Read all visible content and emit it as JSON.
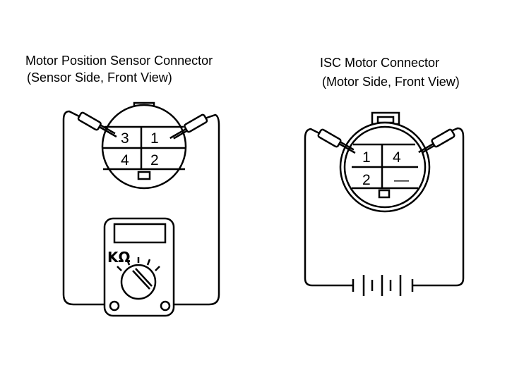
{
  "left_panel": {
    "title_line1": "Motor Position Sensor Connector",
    "title_line2": "(Sensor Side, Front View)",
    "pins": {
      "top_left": "3",
      "top_right": "1",
      "bottom_left": "4",
      "bottom_right": "2"
    },
    "meter_unit": "KΩ"
  },
  "right_panel": {
    "title_line1": "ISC Motor  Connector",
    "title_line2": "(Motor Side, Front View)",
    "pins": {
      "top_left": "1",
      "top_right": "4",
      "bottom_left": "2",
      "bottom_right": "—"
    }
  },
  "colors": {
    "ink": "#000000",
    "paper": "#ffffff"
  }
}
